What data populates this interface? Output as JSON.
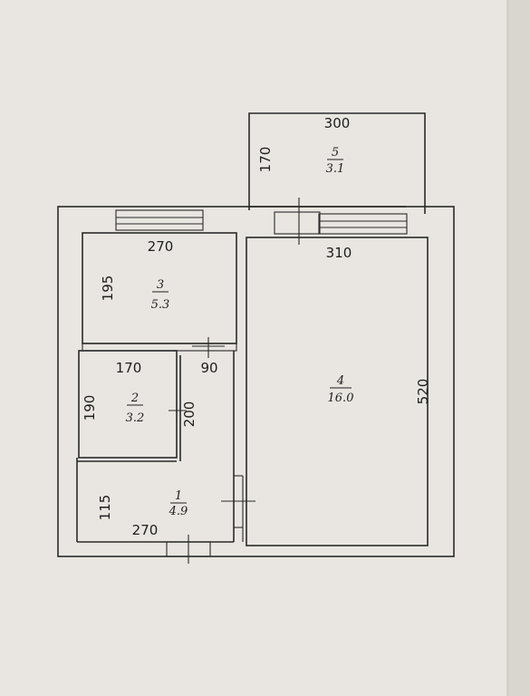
{
  "rooms": [
    {
      "number": "1",
      "area": "4.9"
    },
    {
      "number": "2",
      "area": "3.2"
    },
    {
      "number": "3",
      "area": "5.3"
    },
    {
      "number": "4",
      "area": "16.0"
    },
    {
      "number": "5",
      "area": "3.1"
    }
  ],
  "dimensions": {
    "balcony_width": "300",
    "balcony_depth": "170",
    "room3_width": "270",
    "room3_depth": "195",
    "room4_width": "310",
    "room4_depth": "520",
    "room2_width": "170",
    "room2_depth": "190",
    "passage_width": "90",
    "passage_depth": "200",
    "hall_depth": "115",
    "hall_width": "270"
  }
}
